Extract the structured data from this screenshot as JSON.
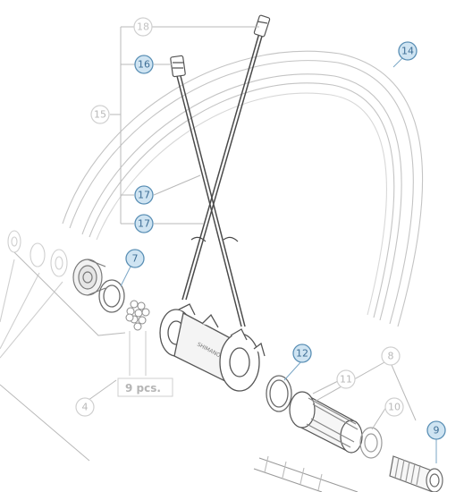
{
  "callouts": [
    {
      "id": "c18",
      "number": "18",
      "highlighted": false
    },
    {
      "id": "c16",
      "number": "16",
      "highlighted": true
    },
    {
      "id": "c14",
      "number": "14",
      "highlighted": true
    },
    {
      "id": "c15",
      "number": "15",
      "highlighted": false
    },
    {
      "id": "c17a",
      "number": "17",
      "highlighted": true
    },
    {
      "id": "c17b",
      "number": "17",
      "highlighted": true
    },
    {
      "id": "c7",
      "number": "7",
      "highlighted": true
    },
    {
      "id": "c12",
      "number": "12",
      "highlighted": true
    },
    {
      "id": "c8",
      "number": "8",
      "highlighted": false
    },
    {
      "id": "c11",
      "number": "11",
      "highlighted": false
    },
    {
      "id": "c10",
      "number": "10",
      "highlighted": false
    },
    {
      "id": "c9",
      "number": "9",
      "highlighted": true
    },
    {
      "id": "c4",
      "number": "4",
      "highlighted": false
    }
  ],
  "pieces_label": "9 pcs.",
  "colors": {
    "highlight_fill": "#cfe4f2",
    "highlight_stroke": "#5a8fb5",
    "highlight_text": "#3f6f96",
    "faded_stroke": "#c8c8c8",
    "faded_text": "#b5b5b5",
    "line_dark": "#555555",
    "line_light": "#bdbdbd"
  }
}
